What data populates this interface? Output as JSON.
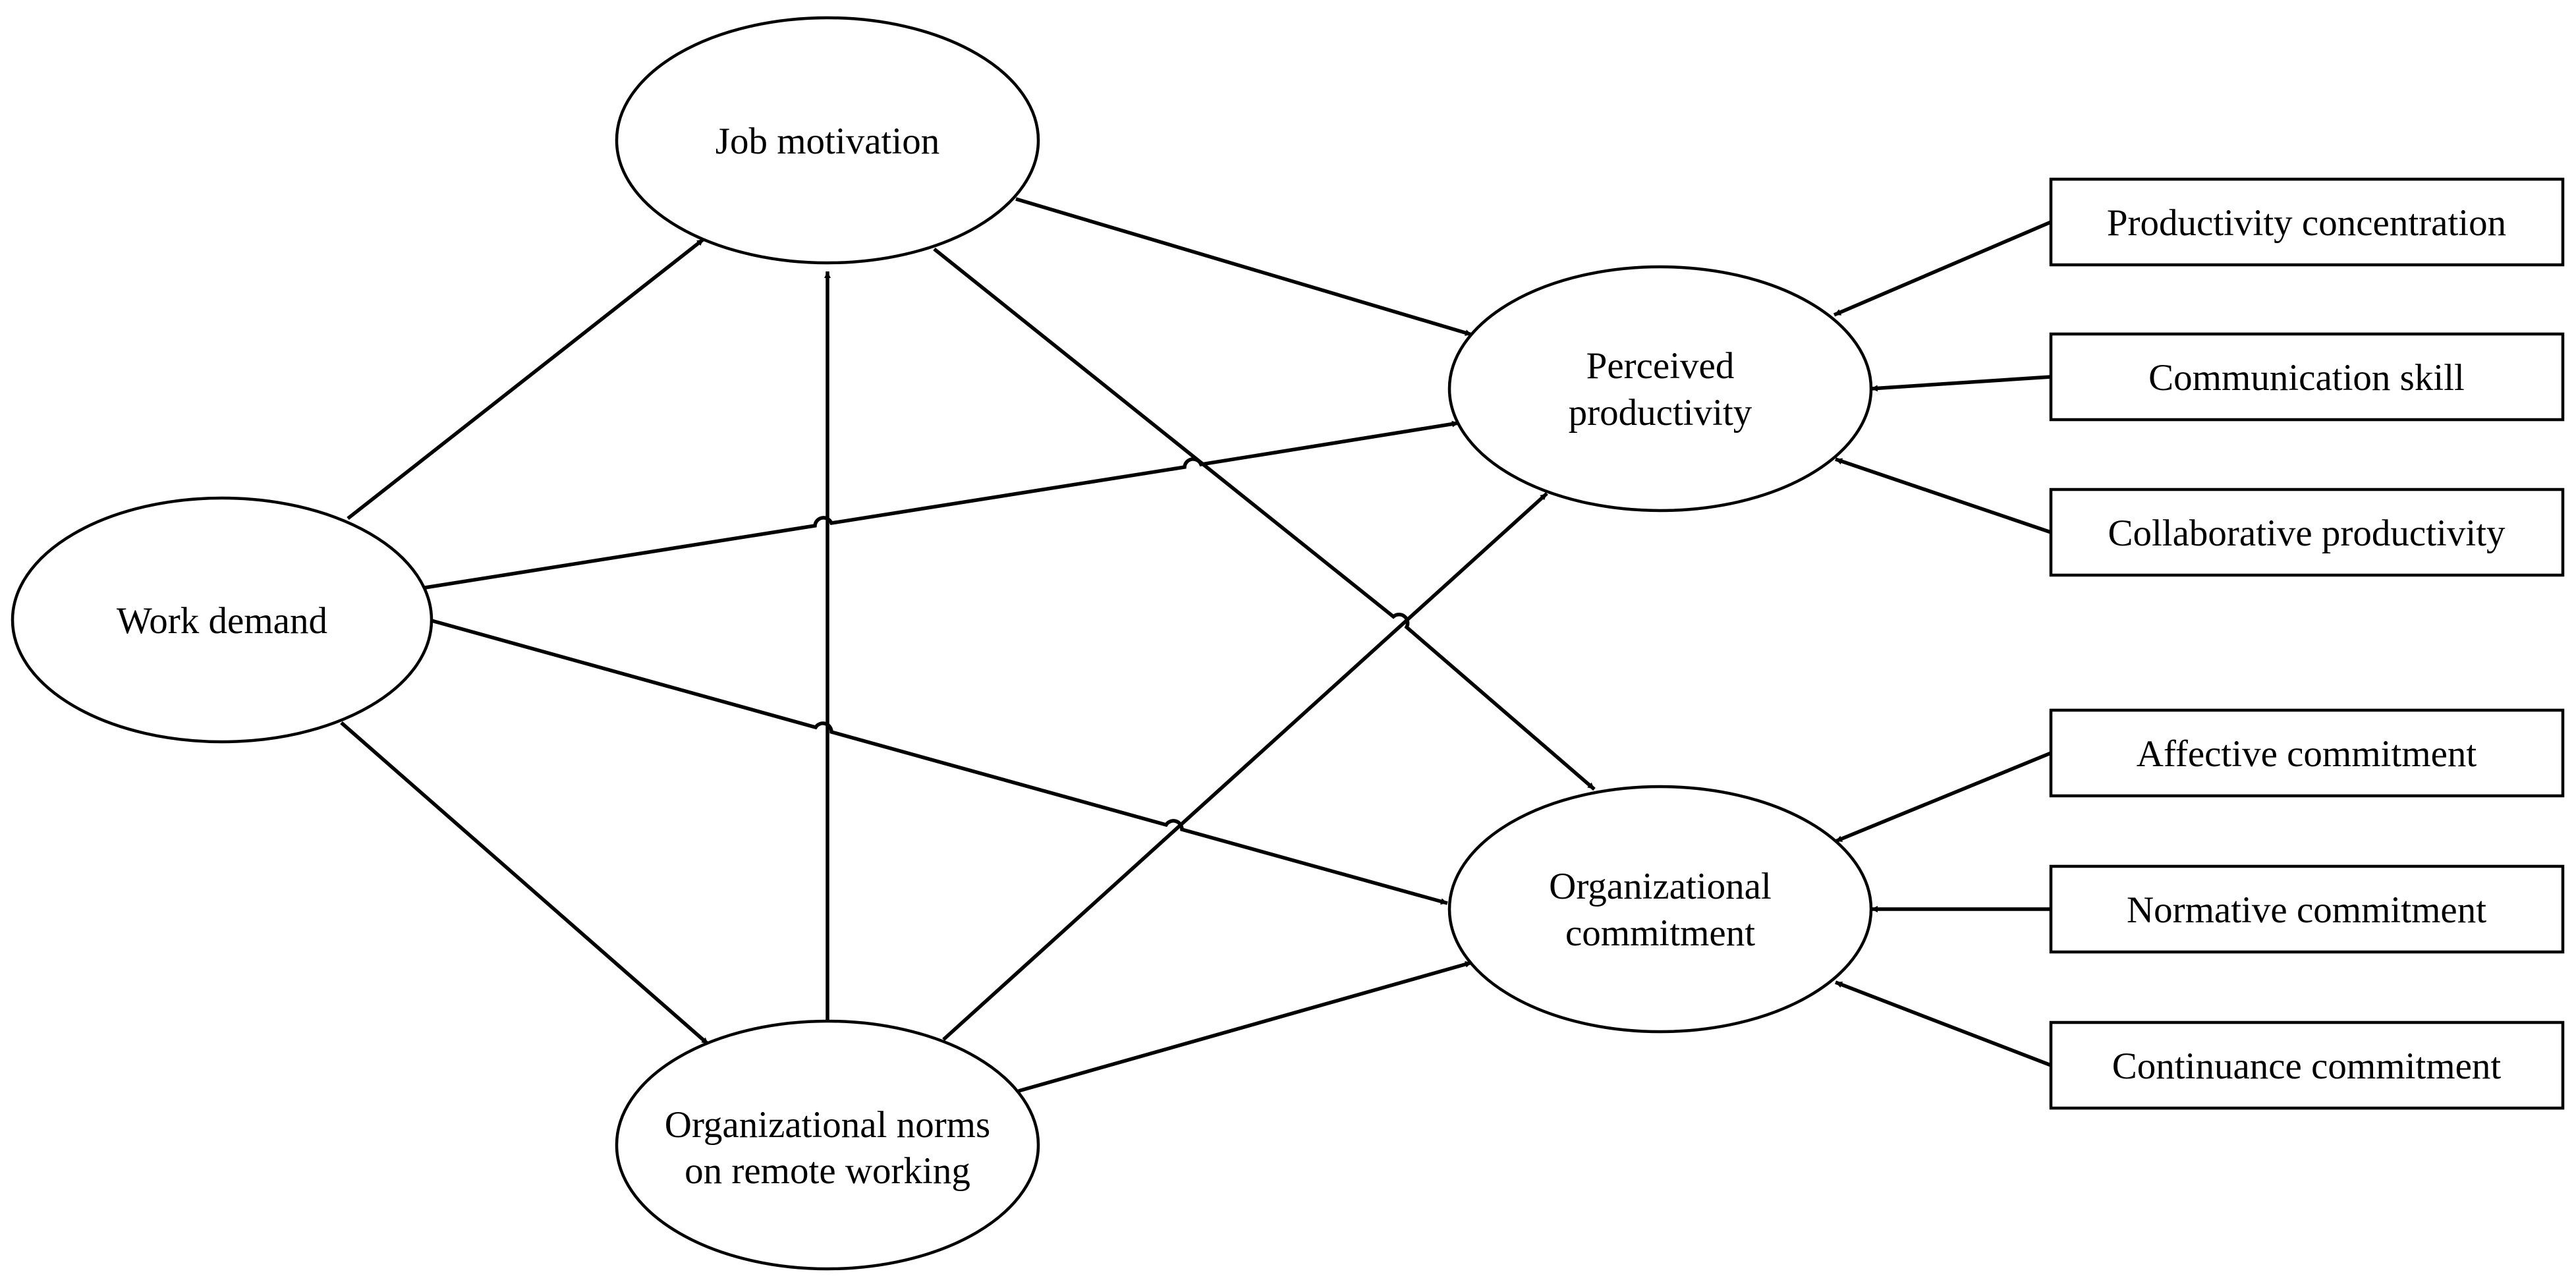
{
  "nodes": {
    "job_motivation": [
      "Job motivation"
    ],
    "work_demand": [
      "Work demand"
    ],
    "org_norms": [
      "Organizational norms",
      "on remote working"
    ],
    "perceived_productivity": [
      "Perceived",
      "productivity"
    ],
    "org_commitment": [
      "Organizational",
      "commitment"
    ],
    "productivity_concentration": [
      "Productivity concentration"
    ],
    "communication_skill": [
      "Communication skill"
    ],
    "collaborative_productivity": [
      "Collaborative productivity"
    ],
    "affective_commitment": [
      "Affective commitment"
    ],
    "normative_commitment": [
      "Normative commitment"
    ],
    "continuance_commitment": [
      "Continuance commitment"
    ]
  },
  "edges": [
    {
      "from": "work_demand",
      "to": "job_motivation"
    },
    {
      "from": "work_demand",
      "to": "org_norms"
    },
    {
      "from": "work_demand",
      "to": "perceived_productivity"
    },
    {
      "from": "work_demand",
      "to": "org_commitment"
    },
    {
      "from": "org_norms",
      "to": "job_motivation"
    },
    {
      "from": "job_motivation",
      "to": "perceived_productivity"
    },
    {
      "from": "job_motivation",
      "to": "org_commitment"
    },
    {
      "from": "org_norms",
      "to": "perceived_productivity"
    },
    {
      "from": "org_norms",
      "to": "org_commitment"
    },
    {
      "from": "productivity_concentration",
      "to": "perceived_productivity"
    },
    {
      "from": "communication_skill",
      "to": "perceived_productivity"
    },
    {
      "from": "collaborative_productivity",
      "to": "perceived_productivity"
    },
    {
      "from": "affective_commitment",
      "to": "org_commitment"
    },
    {
      "from": "normative_commitment",
      "to": "org_commitment"
    },
    {
      "from": "continuance_commitment",
      "to": "org_commitment"
    }
  ]
}
